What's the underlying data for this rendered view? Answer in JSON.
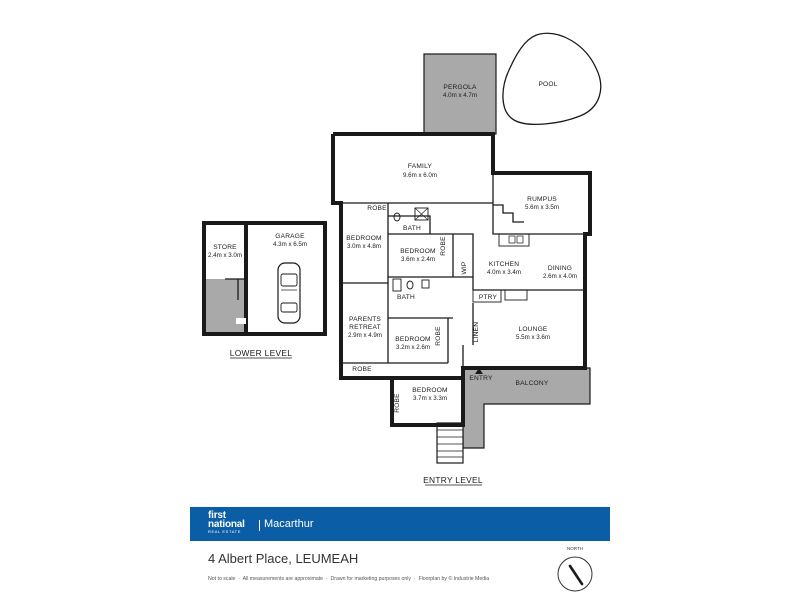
{
  "rooms": [
    {
      "name": "PERGOLA",
      "size": "4.0m x 4.7m"
    },
    {
      "name": "POOL",
      "size": ""
    },
    {
      "name": "FAMILY",
      "size": "9.6m x 6.0m"
    },
    {
      "name": "RUMPUS",
      "size": "5.6m x 3.5m"
    },
    {
      "name": "ROBE",
      "size": ""
    },
    {
      "name": "BATH",
      "size": ""
    },
    {
      "name": "BEDROOM",
      "size": "3.0m x 4.8m"
    },
    {
      "name": "BEDROOM",
      "size": "3.6m x 2.4m"
    },
    {
      "name": "ROBE",
      "size": ""
    },
    {
      "name": "WIP",
      "size": ""
    },
    {
      "name": "KITCHEN",
      "size": "4.0m x 3.4m"
    },
    {
      "name": "DINING",
      "size": "2.6m x 4.0m"
    },
    {
      "name": "BATH",
      "size": ""
    },
    {
      "name": "PTRY",
      "size": ""
    },
    {
      "name": "PARENTS",
      "size": ""
    },
    {
      "name": "RETREAT",
      "size": "2.9m x 4.9m"
    },
    {
      "name": "LINEN",
      "size": ""
    },
    {
      "name": "LOUNGE",
      "size": "5.5m x 3.6m"
    },
    {
      "name": "BEDROOM",
      "size": "3.2m x 2.6m"
    },
    {
      "name": "ROBE",
      "size": ""
    },
    {
      "name": "ROBE",
      "size": ""
    },
    {
      "name": "ENTRY",
      "size": ""
    },
    {
      "name": "BALCONY",
      "size": ""
    },
    {
      "name": "ROBE",
      "size": ""
    },
    {
      "name": "BEDROOM",
      "size": "3.7m x 3.3m"
    },
    {
      "name": "STORE",
      "size": "2.4m x 3.0m"
    },
    {
      "name": "GARAGE",
      "size": "4.3m x 6.5m"
    }
  ],
  "levels": {
    "lower": "LOWER LEVEL",
    "entry": "ENTRY LEVEL"
  },
  "brand": {
    "logo_main": "first national",
    "logo_line1": "first",
    "logo_line2": "national",
    "logo_tag": "REAL ESTATE",
    "office": "Macarthur",
    "color": "#0b5ea6"
  },
  "address": "4 Albert Place, LEUMEAH",
  "disclaimer": "Not to scale  ·  All measurements are approximate  ·  Drawn for marketing purposes only  ·  Floorplan by © Industrie Media",
  "compass": {
    "label": "NORTH",
    "icon": "north-arrow-icon"
  },
  "colors": {
    "walls": "#1a1a1a",
    "shaded": "#a9a9a9",
    "banner": "#0b5ea6"
  }
}
